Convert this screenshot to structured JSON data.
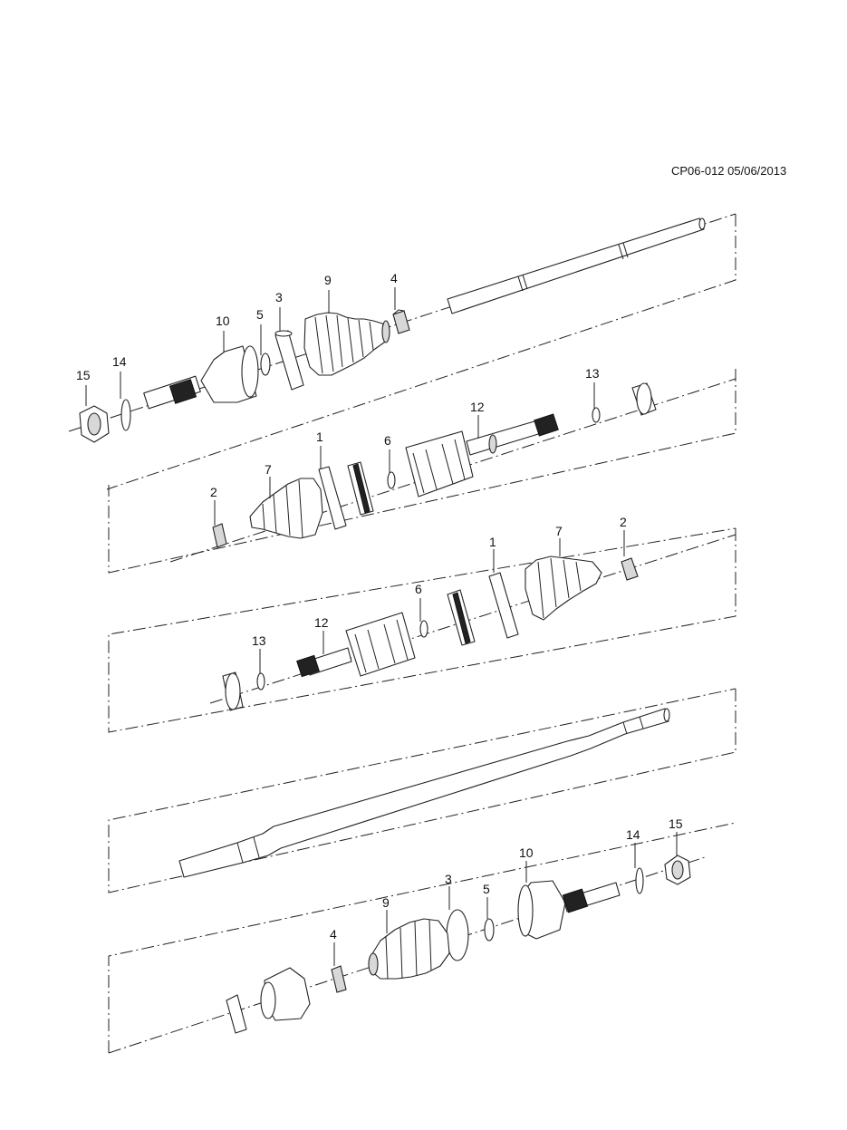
{
  "header": {
    "reference": "CP06-012 05/06/2013"
  },
  "callouts": {
    "g1": {
      "p15": "15",
      "p14": "14",
      "p10": "10",
      "p5": "5",
      "p3": "3",
      "p9": "9",
      "p4": "4"
    },
    "g2": {
      "p13": "13",
      "p12": "12",
      "p6": "6",
      "p1": "1",
      "p7": "7",
      "p2": "2"
    },
    "g3": {
      "p1": "1",
      "p7": "7",
      "p2": "2",
      "p6": "6",
      "p12": "12",
      "p13": "13"
    },
    "g5": {
      "p14": "14",
      "p15": "15",
      "p10": "10",
      "p3": "3",
      "p5": "5",
      "p9": "9",
      "p4": "4"
    }
  }
}
